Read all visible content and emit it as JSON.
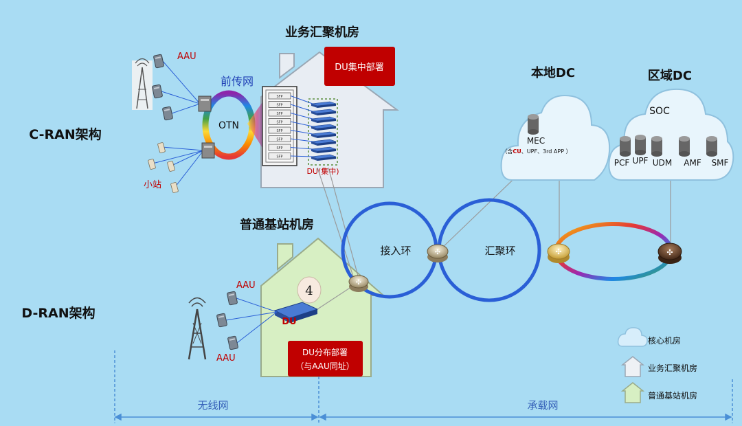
{
  "labels": {
    "cran": "C-RAN架构",
    "dran": "D-RAN架构",
    "aggregation_room": "业务汇聚机房",
    "du_centralized": "DU集中部署",
    "fronthaul": "前传网",
    "otn": "OTN",
    "aau_top": "AAU",
    "small_cell": "小站",
    "du_centralized_tag": "DU(集中)",
    "base_station_room": "普通基站机房",
    "aau_mid": "AAU",
    "aau_bottom": "AAU",
    "du": "DU",
    "du_distributed_line1": "DU分布部署",
    "du_distributed_line2": "（与AAU同址）",
    "badge_number": "4",
    "access_ring": "接入环",
    "aggregation_ring": "汇聚环",
    "local_dc": "本地DC",
    "regional_dc": "区域DC",
    "soc": "SOC",
    "mec": "MEC",
    "mec_detail_prefix": "（含",
    "mec_detail_cu": "CU",
    "mec_detail_suffix": "、UPF、3rd APP ）",
    "pcf": "PCF",
    "upf": "UPF",
    "udm": "UDM",
    "amf": "AMF",
    "smf": "SMF",
    "wireless_net": "无线网",
    "bearer_net": "承载网",
    "sfp": "SFP"
  },
  "legend": [
    {
      "icon": "cloud-icon",
      "label": "核心机房"
    },
    {
      "icon": "gray-house-icon",
      "label": "业务汇聚机房"
    },
    {
      "icon": "green-house-icon",
      "label": "普通基站机房"
    }
  ],
  "colors": {
    "background": "#a9dcf3",
    "ring_blue": "#2a5fd6",
    "du_red": "#c00000",
    "aggregation_house": "#e8edf3",
    "base_house": "#d7efc3",
    "title_dark": "#1a1a1a",
    "net_label_blue": "#3560b8"
  }
}
